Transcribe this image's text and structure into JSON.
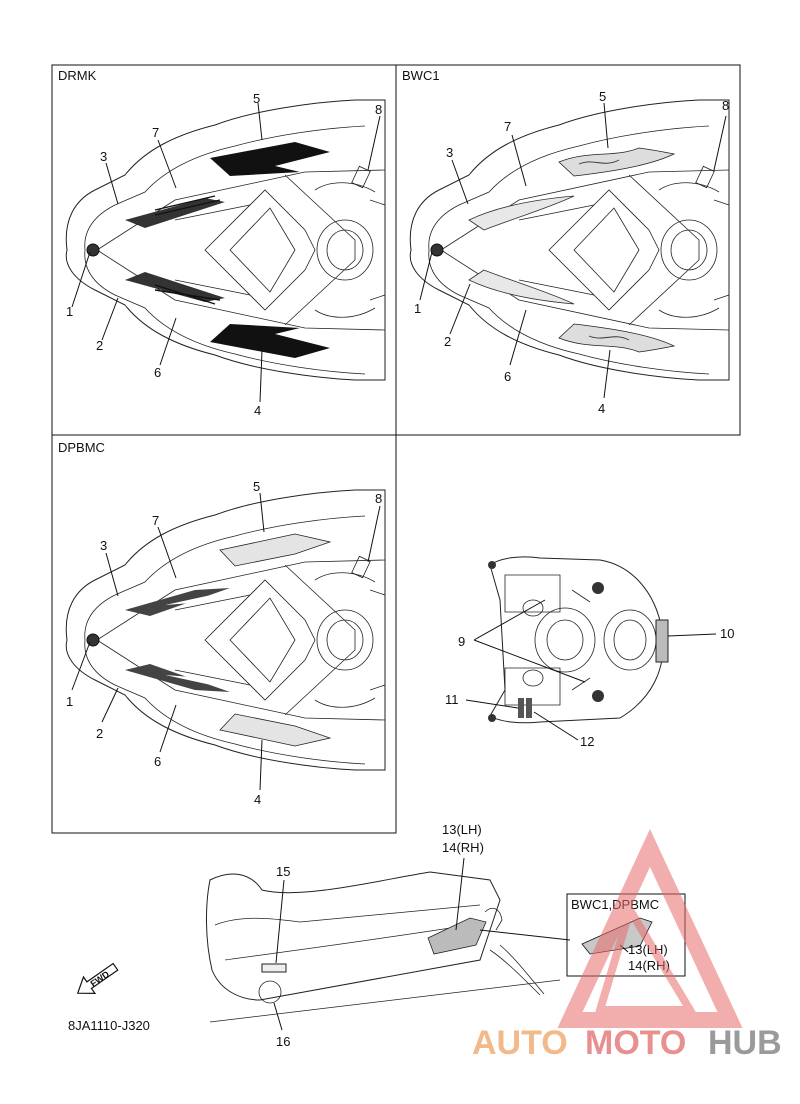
{
  "panels": {
    "drmk": {
      "title": "DRMK"
    },
    "bwc1": {
      "title": "BWC1"
    },
    "dpbmc": {
      "title": "DPBMC"
    }
  },
  "callouts": {
    "c1": "1",
    "c2": "2",
    "c3": "3",
    "c4": "4",
    "c5": "5",
    "c6": "6",
    "c7": "7",
    "c8": "8",
    "c9": "9",
    "c10": "10",
    "c11": "11",
    "c12": "12",
    "c13_lh": "13(LH)",
    "c14_rh": "14(RH)",
    "c15": "15",
    "c16": "16"
  },
  "inset": {
    "title": "BWC1,DPBMC",
    "c13_lh": "13(LH)",
    "c14_rh": "14(RH)"
  },
  "fwd_label": "FWD",
  "part_code": "8JA1110-J320",
  "watermark": {
    "auto": "AUTO",
    "moto": "MOTO",
    "hub": "HUB",
    "color_auto": "#f2b98a",
    "color_moto": "#e88f8f",
    "color_hub": "#9a9a9a"
  }
}
